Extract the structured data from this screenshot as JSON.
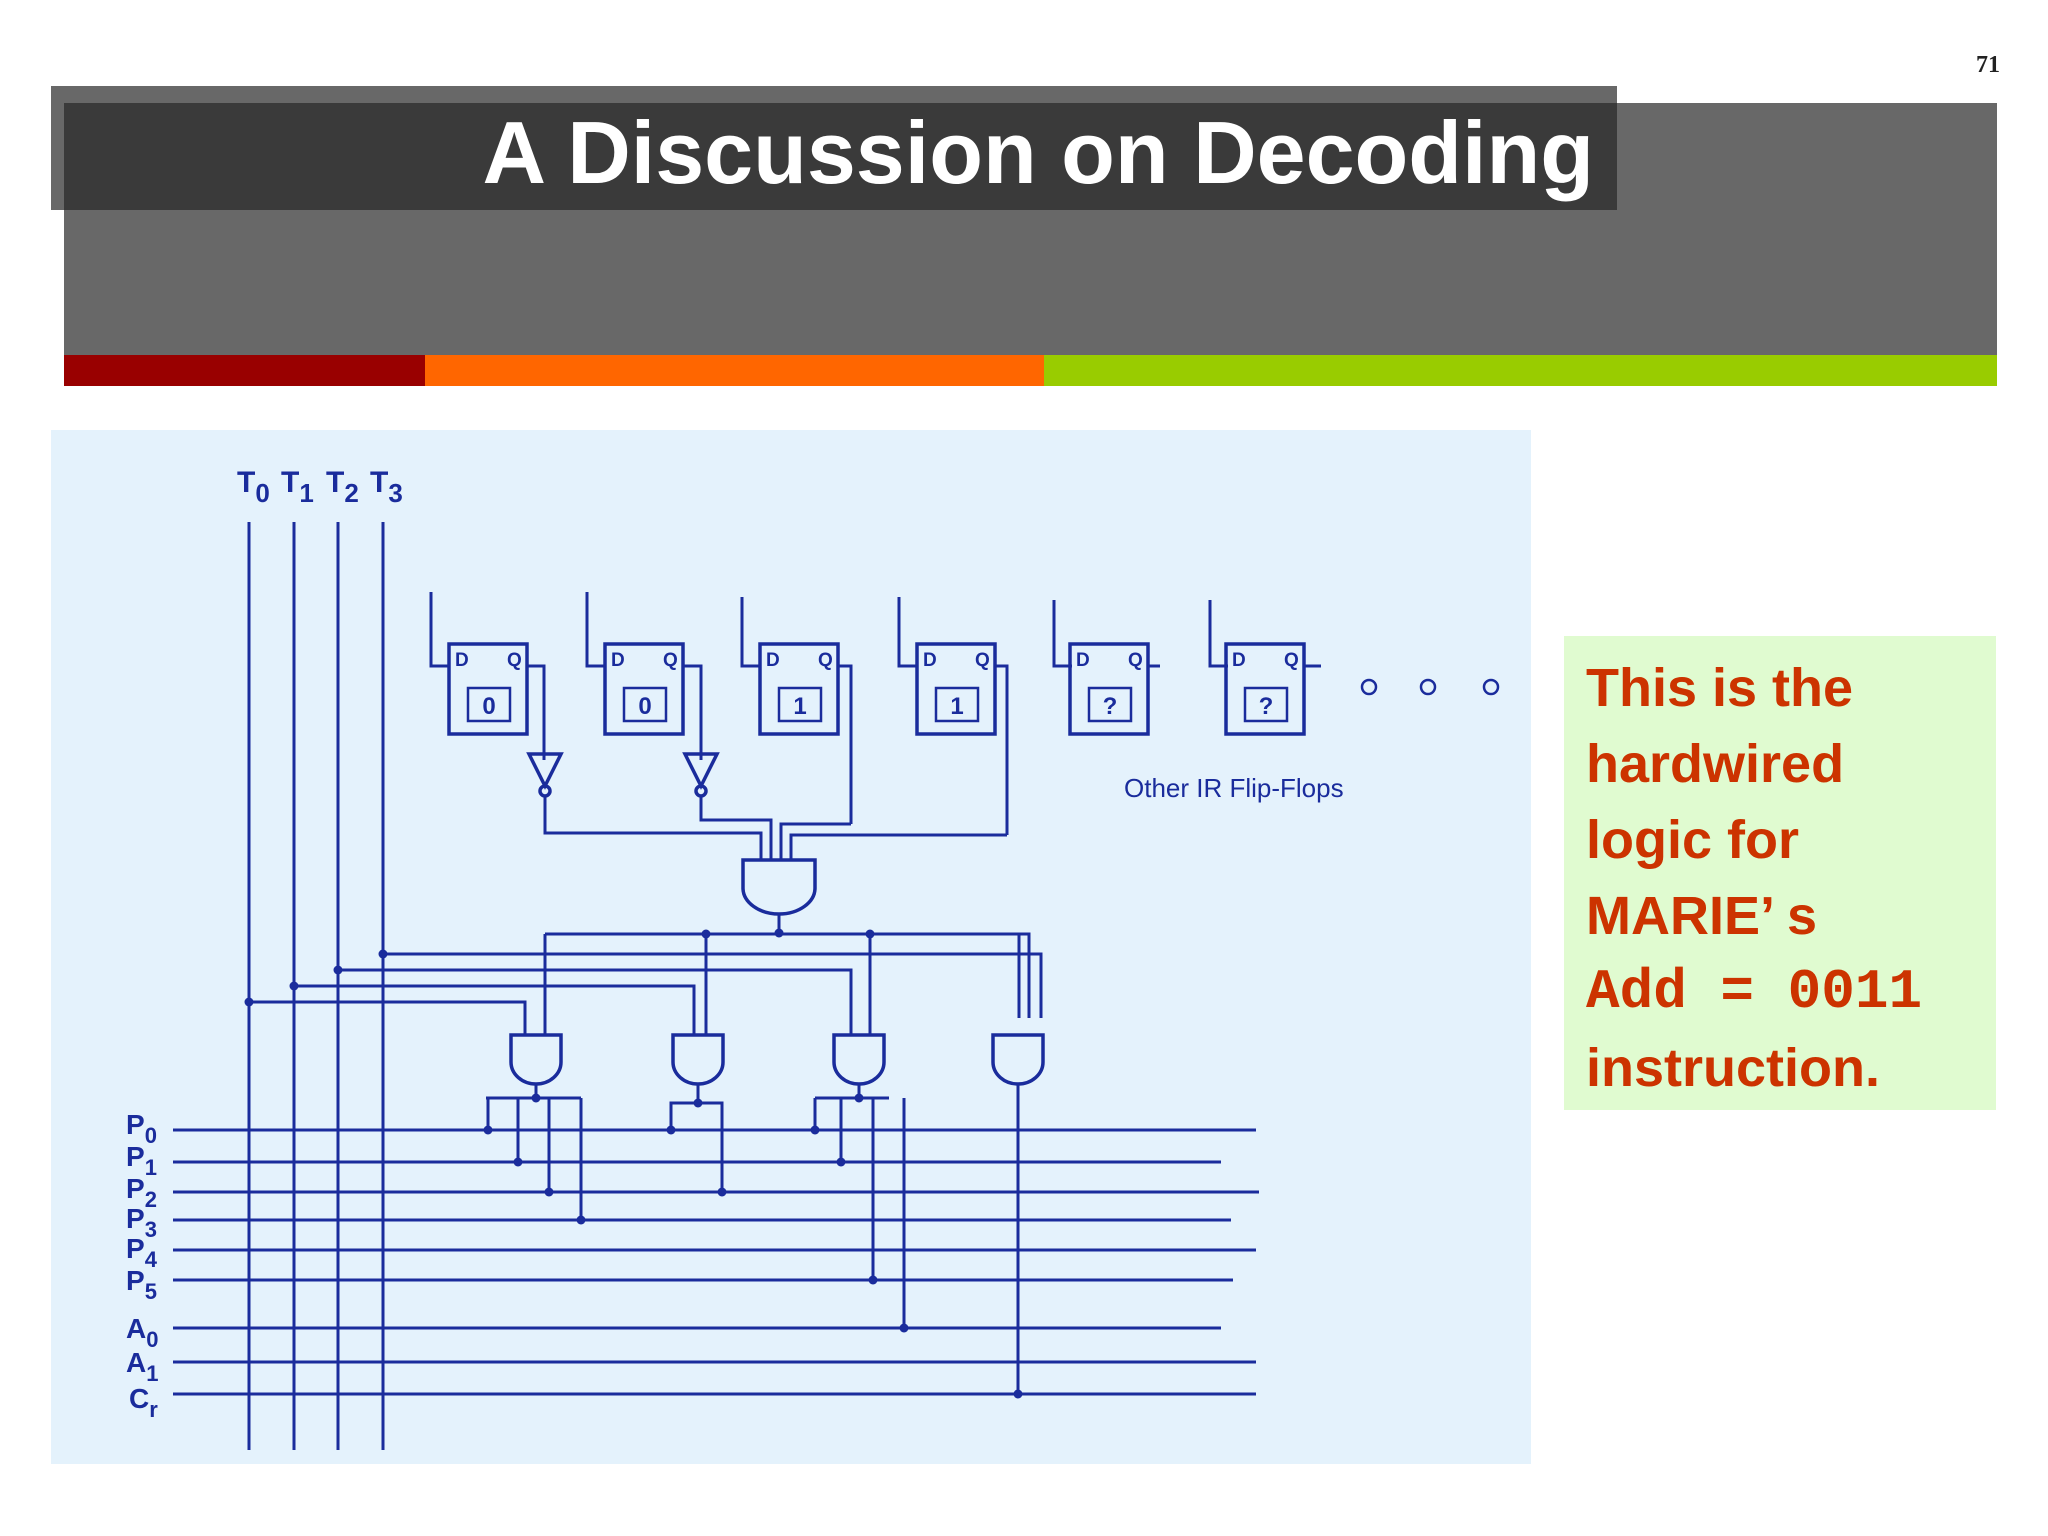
{
  "slide": {
    "page_number": "71",
    "title": "A Discussion on Decoding",
    "colors": {
      "header": "#686868",
      "title_bg": "#3a3a3a",
      "stripe_red": "#990000",
      "stripe_orange": "#ff6600",
      "stripe_green": "#99cc00",
      "wire": "#1a2c9c",
      "note_text": "#cc3300",
      "note_bg": "#e0fbd0",
      "panel_bg": "#e4f2fc"
    }
  },
  "diagram": {
    "timing_signals": [
      {
        "base": "T",
        "sub": "0"
      },
      {
        "base": "T",
        "sub": "1"
      },
      {
        "base": "T",
        "sub": "2"
      },
      {
        "base": "T",
        "sub": "3"
      }
    ],
    "flip_flops": [
      {
        "d": "D",
        "q": "Q",
        "value": "0"
      },
      {
        "d": "D",
        "q": "Q",
        "value": "0"
      },
      {
        "d": "D",
        "q": "Q",
        "value": "1"
      },
      {
        "d": "D",
        "q": "Q",
        "value": "1"
      },
      {
        "d": "D",
        "q": "Q",
        "value": "?"
      },
      {
        "d": "D",
        "q": "Q",
        "value": "?"
      }
    ],
    "flip_flops_label": "Other IR Flip-Flops",
    "control_lines": [
      {
        "base": "P",
        "sub": "0"
      },
      {
        "base": "P",
        "sub": "1"
      },
      {
        "base": "P",
        "sub": "2"
      },
      {
        "base": "P",
        "sub": "3"
      },
      {
        "base": "P",
        "sub": "4"
      },
      {
        "base": "P",
        "sub": "5"
      },
      {
        "base": "A",
        "sub": "0"
      },
      {
        "base": "A",
        "sub": "1"
      },
      {
        "base": "C",
        "sub": "r"
      }
    ]
  },
  "note": {
    "text": "This is the\nhardwired\nlogic for\nMARIE’ s",
    "mono": "Add = 0011",
    "last": "instruction."
  }
}
